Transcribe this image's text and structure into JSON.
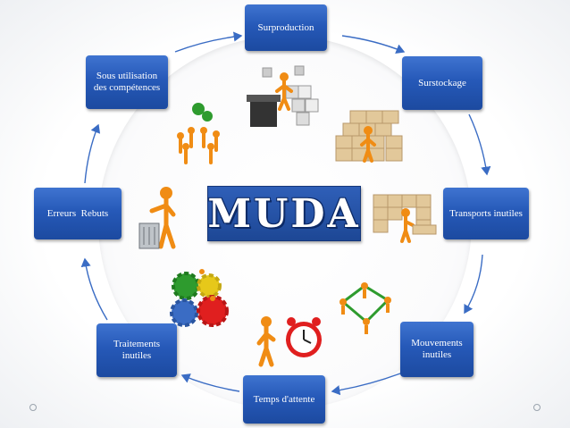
{
  "title": "MUDA",
  "wastes": {
    "surproduction": "Surproduction",
    "surstockage": "Surstockage",
    "transports": "Transports inutiles",
    "mouvements": "Mouvements inutiles",
    "temps": "Temps d'attente",
    "traitements": "Traitements inutiles",
    "erreurs": "Erreurs  Rebuts",
    "competences": "Sous utilisation des compétences"
  },
  "colors": {
    "box_blue": "#2659b8",
    "arrow_blue": "#3a6cc4",
    "figure_orange": "#f08c14"
  },
  "icons": {
    "overproduction": "factory-workers-icon",
    "storage": "stacked-boxes-icon",
    "transport": "pallet-truck-icon",
    "motion": "connected-path-icon",
    "waiting": "alarm-clock-icon",
    "processing": "gears-icon",
    "defects": "trash-can-icon",
    "skills": "team-circle-icon"
  }
}
